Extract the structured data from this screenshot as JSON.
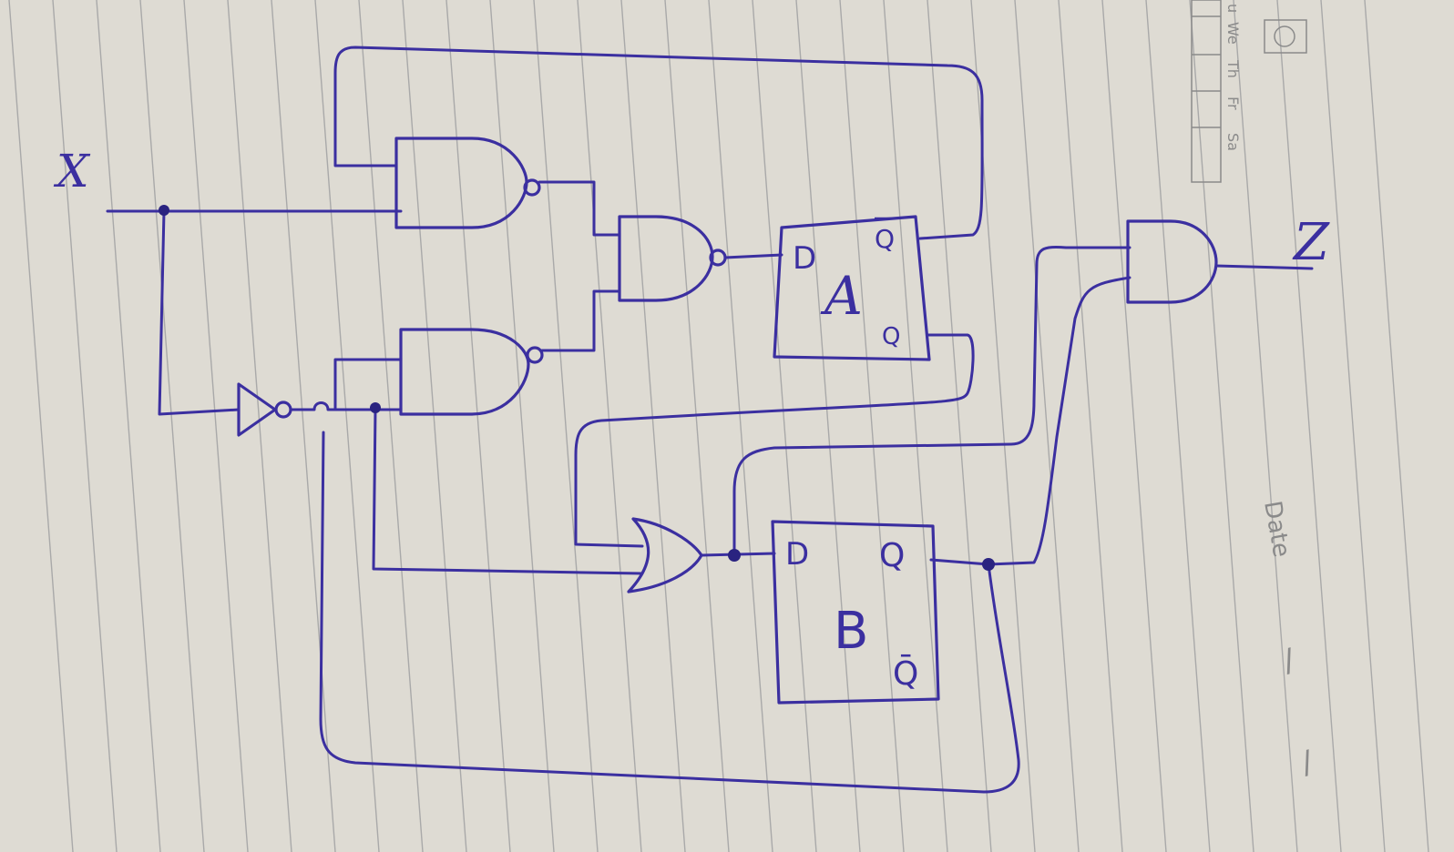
{
  "diagram": {
    "input_label": "X",
    "output_label": "Z",
    "flipflop_a": {
      "name": "A",
      "d": "D",
      "q_top": "Q",
      "q_bottom": "Q"
    },
    "flipflop_b": {
      "name": "B",
      "d": "D",
      "q": "Q",
      "q_bar": "Q̄"
    }
  },
  "notebook": {
    "weekdays": [
      "u",
      "We",
      "Th",
      "Fr",
      "Sa"
    ],
    "date_label": "Date",
    "date_sep_1": "/",
    "date_sep_2": "/"
  },
  "colors": {
    "ink": "#3b2fa0",
    "paper": "#dedbd3",
    "rule": "#a9a9a9"
  }
}
